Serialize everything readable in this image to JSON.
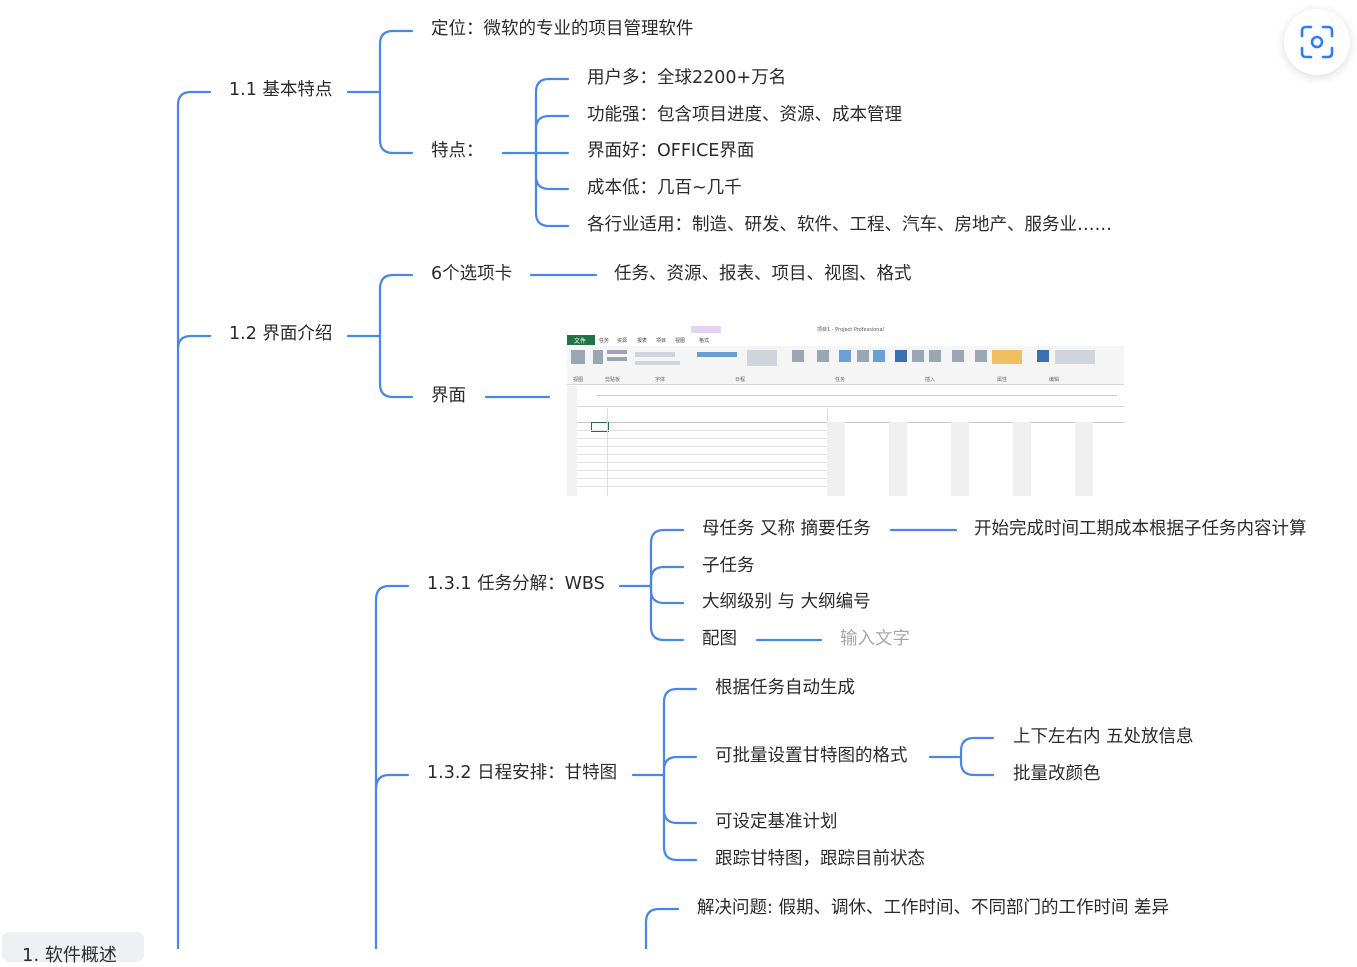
{
  "root": {
    "label": "1. 软件概述"
  },
  "branch_1_1": {
    "label": "1.1 基本特点",
    "positioning": "定位：微软的专业的项目管理软件",
    "features_label": "特点：",
    "features": [
      "用户多：全球2200+万名",
      "功能强：包含项目进度、资源、成本管理",
      "界面好：OFFICE界面",
      "成本低：几百~几千",
      "各行业适用：制造、研发、软件、工程、汽车、房地产、服务业……"
    ]
  },
  "branch_1_2": {
    "label": "1.2 界面介绍",
    "tabs_label": "6个选项卡",
    "tabs_value": "任务、资源、报表、项目、视图、格式",
    "ui_label": "界面",
    "screenshot": {
      "file_tab": "文件",
      "tab_labels": [
        "任务",
        "资源",
        "报表",
        "项目",
        "视图",
        "格式"
      ],
      "context_tab": "甘特图工具",
      "window_title": "项目1 - Project Professional",
      "group_labels": [
        "视图",
        "剪贴板",
        "字体",
        "日程",
        "任务",
        "插入",
        "属性",
        "编辑"
      ]
    }
  },
  "branch_1_3_1": {
    "label": "1.3.1 任务分解：WBS",
    "items": [
      "母任务 又称 摘要任务",
      "子任务",
      "大纲级别 与 大纲编号",
      "配图"
    ],
    "summary_detail": "开始完成时间工期成本根据子任务内容计算",
    "image_placeholder": "输入文字"
  },
  "branch_1_3_2": {
    "label": "1.3.2 日程安排：甘特图",
    "items": [
      "根据任务自动生成",
      "可批量设置甘特图的格式",
      "可设定基准计划",
      "跟踪甘特图，跟踪目前状态"
    ],
    "format_details": [
      "上下左右内 五处放信息",
      "批量改颜色"
    ]
  },
  "branch_1_3_3": {
    "items": [
      "解决问题: 假期、调休、工作时间、不同部门的工作时间 差异"
    ]
  },
  "colors": {
    "connector": "#4a86e8",
    "text": "#2b2b2b",
    "placeholder": "#a8a8a8",
    "root_bg": "#eef0f3",
    "scan_icon": "#2f7df6"
  },
  "icons": {
    "scan": "scan-lens-icon"
  }
}
